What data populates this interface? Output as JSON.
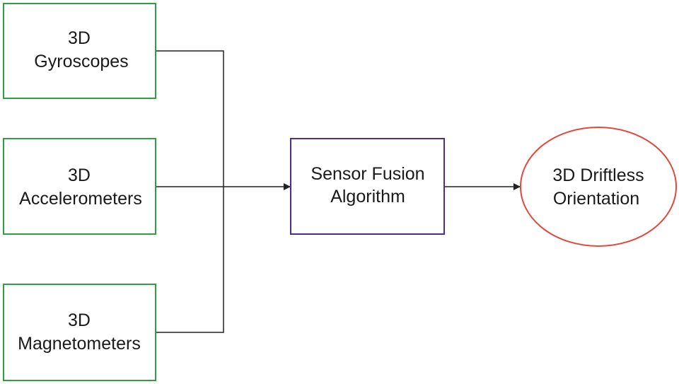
{
  "diagram": {
    "colors": {
      "input_border": "#2f9e44",
      "process_border": "#4b2c8f",
      "output_border": "#e0483e",
      "connector": "#222222"
    },
    "inputs": [
      {
        "line1": "3D",
        "line2": "Gyroscopes"
      },
      {
        "line1": "3D",
        "line2": "Accelerometers"
      },
      {
        "line1": "3D",
        "line2": "Magnetometers"
      }
    ],
    "process": {
      "line1": "Sensor Fusion",
      "line2": "Algorithm"
    },
    "output": {
      "line1": "3D Driftless",
      "line2": "Orientation"
    }
  }
}
